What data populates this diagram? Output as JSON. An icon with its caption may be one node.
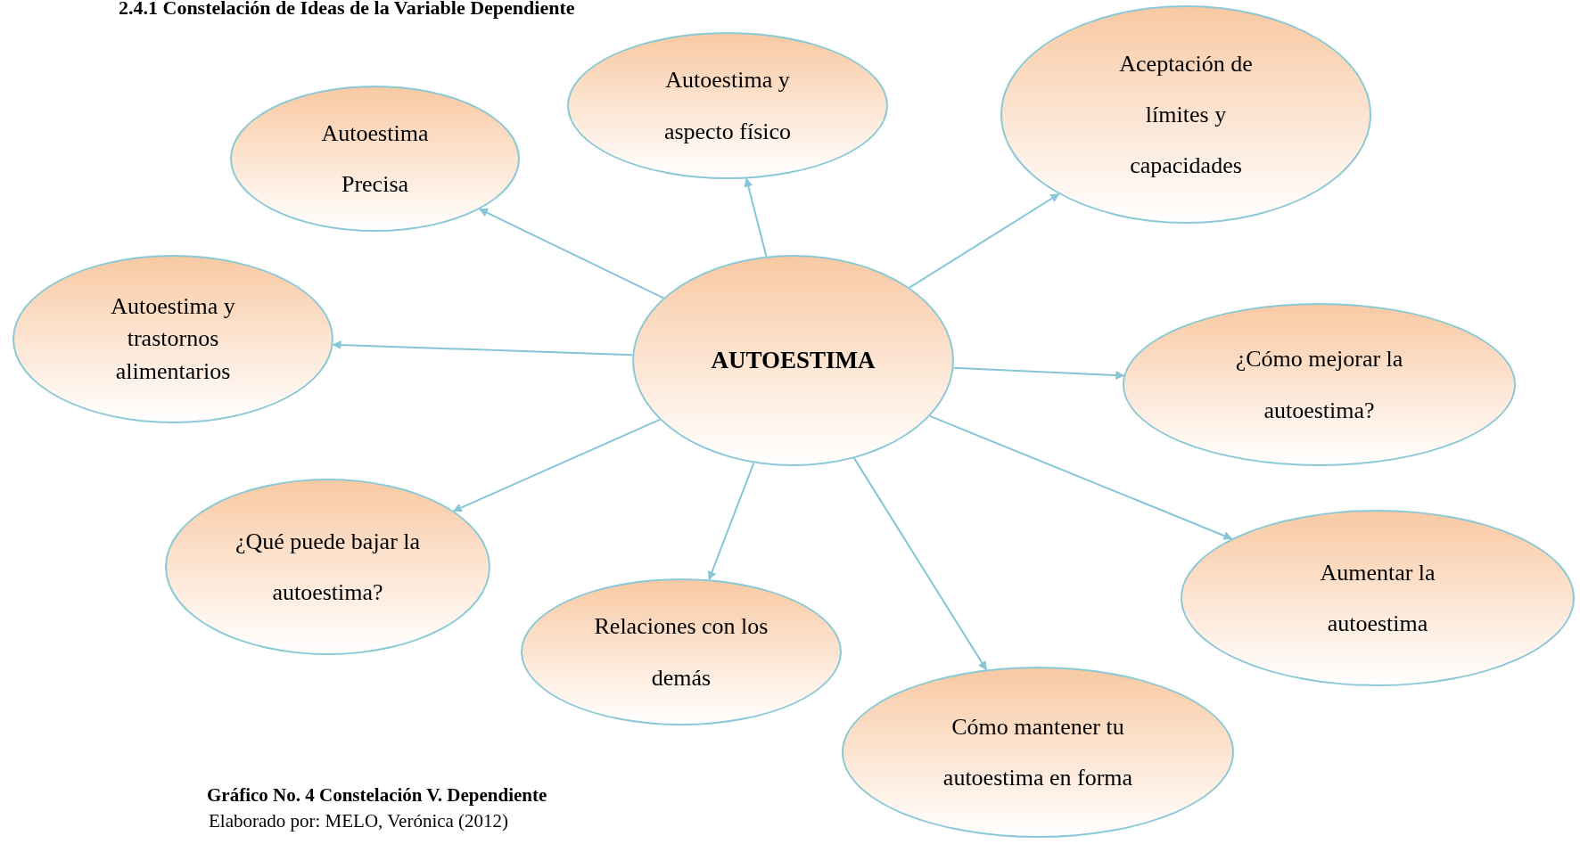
{
  "diagram": {
    "title": "2.4.1 Constelación de Ideas de la Variable Dependiente",
    "caption": "Gráfico No. 4 Constelación V. Dependiente",
    "nodes": [
      {
        "text": [
          "Autoestima y aspecto físico"
        ]
      },
      {
        "text": [
          "Aceptación de límites y capacidades"
        ]
      },
      {
        "text": [
          "Autoestima Precisa"
        ]
      },
      {
        "text": [
          "Autoestima y trastornos alimentarios"
        ]
      },
      {
        "text": [
          "AUTOESTIMA"
        ]
      },
      {
        "text": [
          "¿Cómo mejorar la autoestima?"
        ]
      },
      {
        "text": [
          "¿Qué puede bajar la autoestima?"
        ]
      },
      {
        "text": [
          "Aumentar  la autoestima"
        ]
      },
      {
        "text": [
          "Relaciones con los demás"
        ]
      },
      {
        "text": [
          "Cómo mantener tu autoestima en forma"
        ]
      }
    ],
    "edges": [
      {
        "from": 4,
        "to": 0,
        "arrow": "to"
      },
      {
        "from": 4,
        "to": 1,
        "arrow": "to"
      },
      {
        "from": 4,
        "to": 2,
        "arrow": "to"
      },
      {
        "from": 4,
        "to": 3,
        "arrow": "to"
      },
      {
        "from": 4,
        "to": 5,
        "arrow": "to"
      },
      {
        "from": 4,
        "to": 6,
        "arrow": "to"
      },
      {
        "from": 4,
        "to": 7,
        "arrow": "to"
      },
      {
        "from": 4,
        "to": 8,
        "arrow": "to"
      },
      {
        "from": 4,
        "to": 9,
        "arrow": "to"
      }
    ],
    "labels": [
      "Elaborado por: MELO, Verónica (2012)"
    ]
  }
}
